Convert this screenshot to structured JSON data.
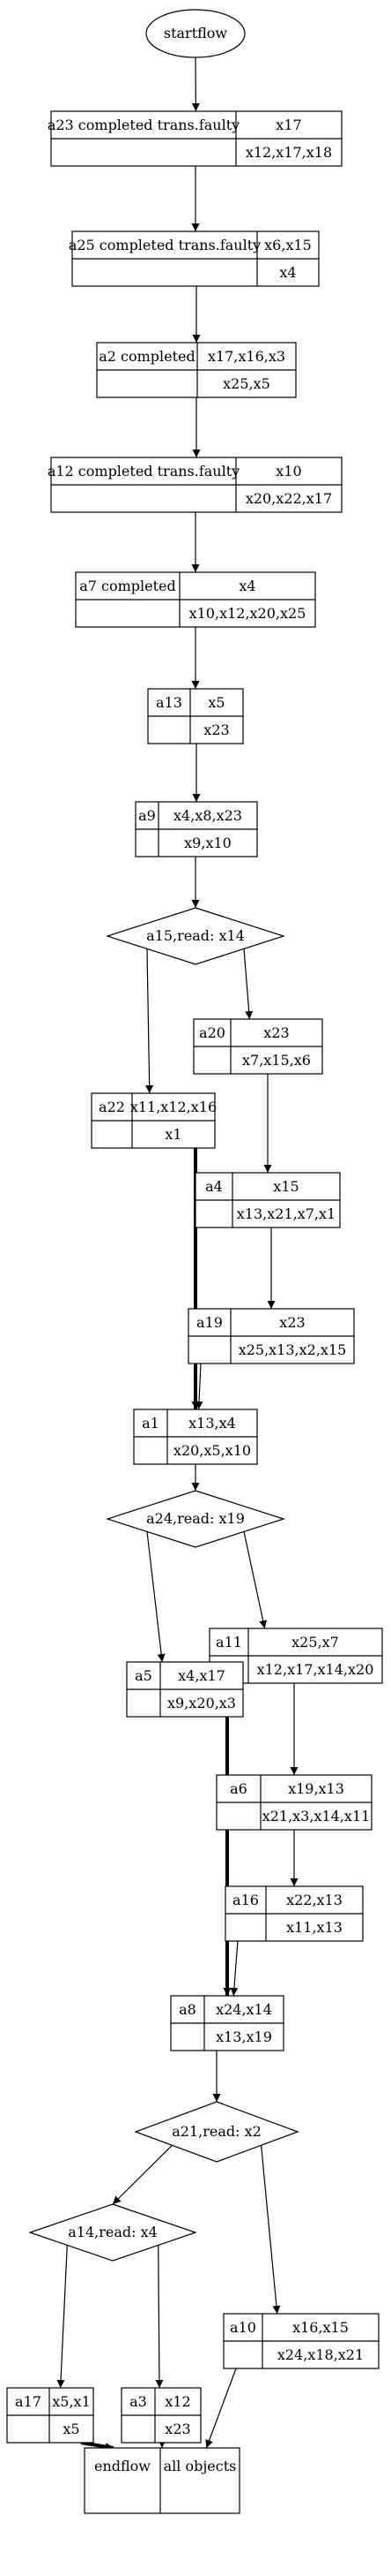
{
  "start": "startflow",
  "nodes": {
    "a23": {
      "id": "a23",
      "title": "a23 completed trans.faulty",
      "writes": "x17",
      "reads": "x12,x17,x18"
    },
    "a25": {
      "id": "a25",
      "title": "a25 completed trans.faulty",
      "writes": "x6,x15",
      "reads": "x4"
    },
    "a2": {
      "id": "a2",
      "title": "a2 completed",
      "writes": "x17,x16,x3",
      "reads": "x25,x5"
    },
    "a12": {
      "id": "a12",
      "title": "a12 completed trans.faulty",
      "writes": "x10",
      "reads": "x20,x22,x17"
    },
    "a7": {
      "id": "a7",
      "title": "a7 completed",
      "writes": "x4",
      "reads": "x10,x12,x20,x25"
    },
    "a13": {
      "id": "a13",
      "title": "a13",
      "writes": "x5",
      "reads": "x23"
    },
    "a9": {
      "id": "a9",
      "title": "a9",
      "writes": "x4,x8,x23",
      "reads": "x9,x10"
    },
    "a20": {
      "id": "a20",
      "title": "a20",
      "writes": "x23",
      "reads": "x7,x15,x6"
    },
    "a22": {
      "id": "a22",
      "title": "a22",
      "writes": "x11,x12,x16",
      "reads": "x1"
    },
    "a4": {
      "id": "a4",
      "title": "a4",
      "writes": "x15",
      "reads": "x13,x21,x7,x1"
    },
    "a19": {
      "id": "a19",
      "title": "a19",
      "writes": "x23",
      "reads": "x25,x13,x2,x15"
    },
    "a1": {
      "id": "a1",
      "title": "a1",
      "writes": "x13,x4",
      "reads": "x20,x5,x10"
    },
    "a11": {
      "id": "a11",
      "title": "a11",
      "writes": "x25,x7",
      "reads": "x12,x17,x14,x20"
    },
    "a5": {
      "id": "a5",
      "title": "a5",
      "writes": "x4,x17",
      "reads": "x9,x20,x3"
    },
    "a6": {
      "id": "a6",
      "title": "a6",
      "writes": "x19,x13",
      "reads": "x21,x3,x14,x11"
    },
    "a16": {
      "id": "a16",
      "title": "a16",
      "writes": "x22,x13",
      "reads": "x11,x13"
    },
    "a8": {
      "id": "a8",
      "title": "a8",
      "writes": "x24,x14",
      "reads": "x13,x19"
    },
    "a10": {
      "id": "a10",
      "title": "a10",
      "writes": "x16,x15",
      "reads": "x24,x18,x21"
    },
    "a17": {
      "id": "a17",
      "title": "a17",
      "writes": "x5,x1",
      "reads": "x5"
    },
    "a3": {
      "id": "a3",
      "title": "a3",
      "writes": "x12",
      "reads": "x23"
    }
  },
  "decisions": {
    "a15": "a15,read: x14",
    "a24": "a24,read: x19",
    "a21": "a21,read: x2",
    "a14": "a14,read: x4"
  },
  "end": {
    "label": "endflow",
    "objects": "all objects"
  },
  "edges": [
    {
      "from": "start",
      "to": "a23"
    },
    {
      "from": "a23",
      "to": "a25"
    },
    {
      "from": "a25",
      "to": "a2"
    },
    {
      "from": "a2",
      "to": "a12"
    },
    {
      "from": "a12",
      "to": "a7"
    },
    {
      "from": "a7",
      "to": "a13"
    },
    {
      "from": "a13",
      "to": "a9"
    },
    {
      "from": "a9",
      "to": "a15"
    },
    {
      "from": "a15",
      "to": "a22"
    },
    {
      "from": "a15",
      "to": "a20"
    },
    {
      "from": "a20",
      "to": "a4"
    },
    {
      "from": "a4",
      "to": "a19"
    },
    {
      "from": "a22",
      "to": "a1",
      "bold": true
    },
    {
      "from": "a19",
      "to": "a1"
    },
    {
      "from": "a1",
      "to": "a24"
    },
    {
      "from": "a24",
      "to": "a5"
    },
    {
      "from": "a24",
      "to": "a11"
    },
    {
      "from": "a11",
      "to": "a6"
    },
    {
      "from": "a6",
      "to": "a16"
    },
    {
      "from": "a5",
      "to": "a8",
      "bold": true
    },
    {
      "from": "a16",
      "to": "a8"
    },
    {
      "from": "a8",
      "to": "a21"
    },
    {
      "from": "a21",
      "to": "a14"
    },
    {
      "from": "a21",
      "to": "a10"
    },
    {
      "from": "a14",
      "to": "a17"
    },
    {
      "from": "a14",
      "to": "a3"
    },
    {
      "from": "a17",
      "to": "end",
      "bold": true
    },
    {
      "from": "a3",
      "to": "end"
    },
    {
      "from": "a10",
      "to": "end"
    }
  ]
}
